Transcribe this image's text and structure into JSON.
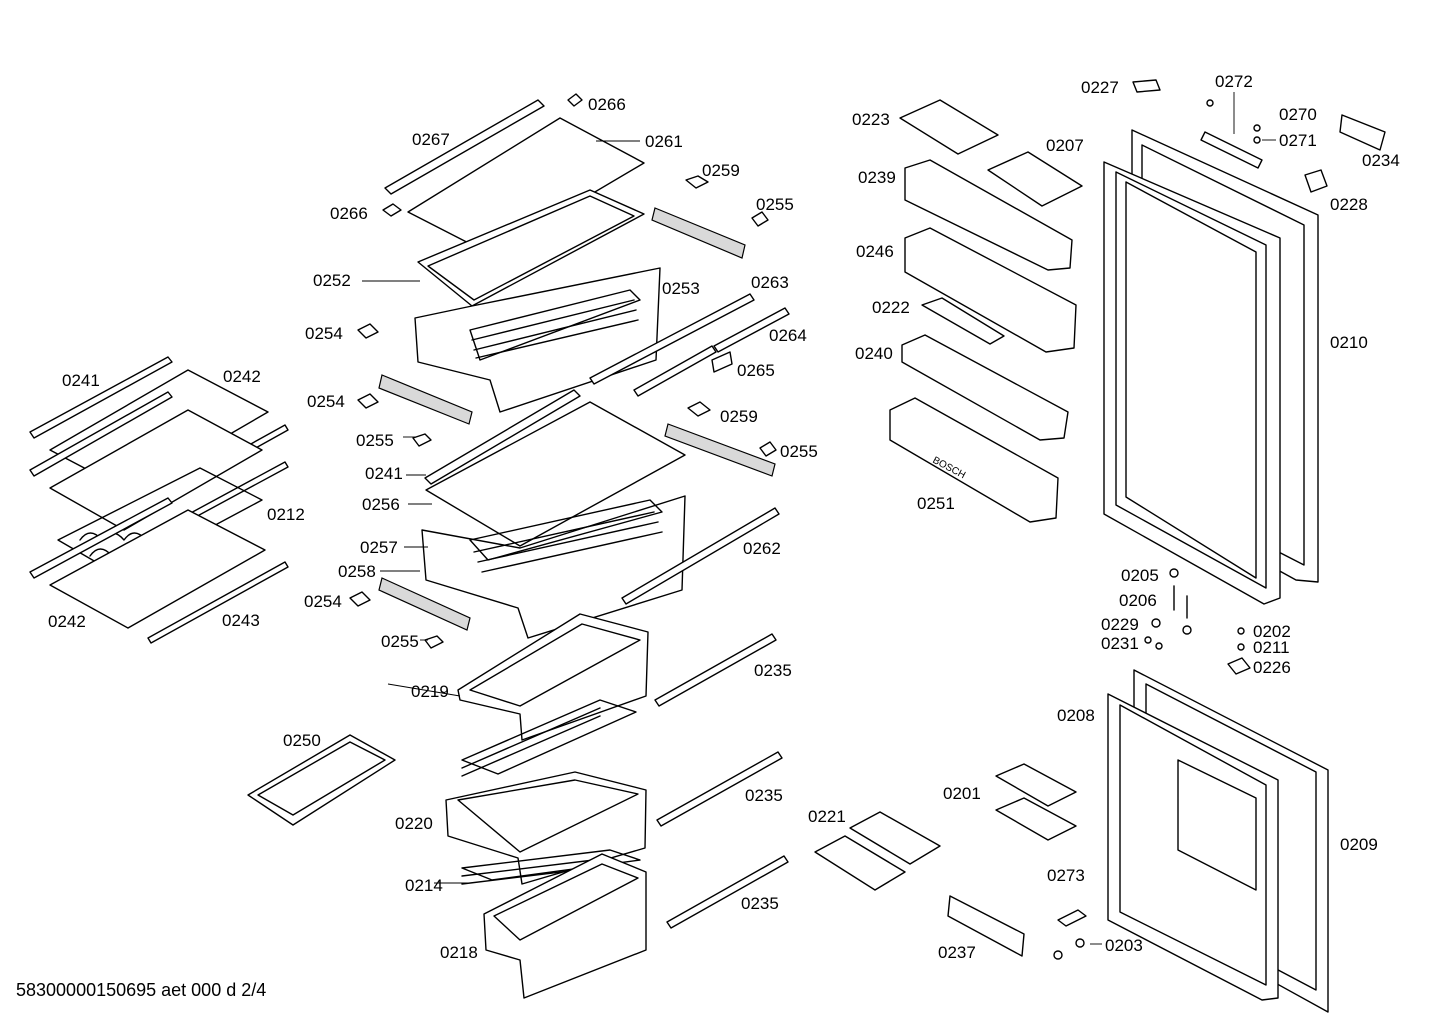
{
  "document_code": "58300000150695 aet 000 d 2/4",
  "brand_mark": "BOSCH",
  "part_labels": [
    {
      "id": "l0266a",
      "text": "0266"
    },
    {
      "id": "l0267",
      "text": "0267"
    },
    {
      "id": "l0261",
      "text": "0261"
    },
    {
      "id": "l0259a",
      "text": "0259"
    },
    {
      "id": "l0255a",
      "text": "0255"
    },
    {
      "id": "l0266b",
      "text": "0266"
    },
    {
      "id": "l0252",
      "text": "0252"
    },
    {
      "id": "l0253",
      "text": "0253"
    },
    {
      "id": "l0263",
      "text": "0263"
    },
    {
      "id": "l0264",
      "text": "0264"
    },
    {
      "id": "l0254a",
      "text": "0254"
    },
    {
      "id": "l0265",
      "text": "0265"
    },
    {
      "id": "l0254b",
      "text": "0254"
    },
    {
      "id": "l0259b",
      "text": "0259"
    },
    {
      "id": "l0255b",
      "text": "0255"
    },
    {
      "id": "l0255c",
      "text": "0255"
    },
    {
      "id": "l0241a",
      "text": "0241"
    },
    {
      "id": "l0242a",
      "text": "0242"
    },
    {
      "id": "l0241b",
      "text": "0241"
    },
    {
      "id": "l0256",
      "text": "0256"
    },
    {
      "id": "l0212",
      "text": "0212"
    },
    {
      "id": "l0257",
      "text": "0257"
    },
    {
      "id": "l0262",
      "text": "0262"
    },
    {
      "id": "l0258",
      "text": "0258"
    },
    {
      "id": "l0254c",
      "text": "0254"
    },
    {
      "id": "l0242b",
      "text": "0242"
    },
    {
      "id": "l0243",
      "text": "0243"
    },
    {
      "id": "l0255d",
      "text": "0255"
    },
    {
      "id": "l0219",
      "text": "0219"
    },
    {
      "id": "l0235a",
      "text": "0235"
    },
    {
      "id": "l0250",
      "text": "0250"
    },
    {
      "id": "l0235b",
      "text": "0235"
    },
    {
      "id": "l0220",
      "text": "0220"
    },
    {
      "id": "l0221",
      "text": "0221"
    },
    {
      "id": "l0214",
      "text": "0214"
    },
    {
      "id": "l0235c",
      "text": "0235"
    },
    {
      "id": "l0218",
      "text": "0218"
    },
    {
      "id": "l0223",
      "text": "0223"
    },
    {
      "id": "l0207",
      "text": "0207"
    },
    {
      "id": "l0239",
      "text": "0239"
    },
    {
      "id": "l0246",
      "text": "0246"
    },
    {
      "id": "l0222",
      "text": "0222"
    },
    {
      "id": "l0240",
      "text": "0240"
    },
    {
      "id": "l0251",
      "text": "0251"
    },
    {
      "id": "l0227",
      "text": "0227"
    },
    {
      "id": "l0272",
      "text": "0272"
    },
    {
      "id": "l0270",
      "text": "0270"
    },
    {
      "id": "l0271",
      "text": "0271"
    },
    {
      "id": "l0234",
      "text": "0234"
    },
    {
      "id": "l0228",
      "text": "0228"
    },
    {
      "id": "l0210",
      "text": "0210"
    },
    {
      "id": "l0205",
      "text": "0205"
    },
    {
      "id": "l0206",
      "text": "0206"
    },
    {
      "id": "l0229",
      "text": "0229"
    },
    {
      "id": "l0231",
      "text": "0231"
    },
    {
      "id": "l0202",
      "text": "0202"
    },
    {
      "id": "l0211",
      "text": "0211"
    },
    {
      "id": "l0226",
      "text": "0226"
    },
    {
      "id": "l0208",
      "text": "0208"
    },
    {
      "id": "l0201",
      "text": "0201"
    },
    {
      "id": "l0209",
      "text": "0209"
    },
    {
      "id": "l0273",
      "text": "0273"
    },
    {
      "id": "l0237",
      "text": "0237"
    },
    {
      "id": "l0203",
      "text": "0203"
    }
  ]
}
